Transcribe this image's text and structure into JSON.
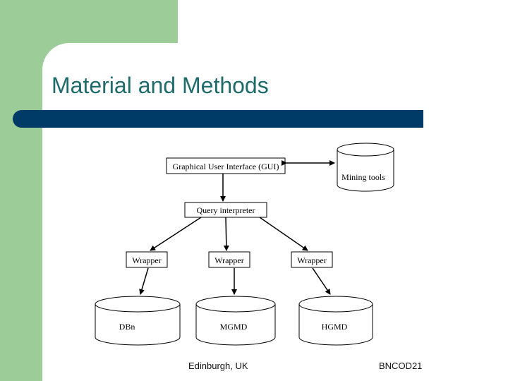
{
  "slide": {
    "title": "Material and Methods",
    "footer_left": "Edinburgh, UK",
    "footer_right": "BNCOD21"
  },
  "diagram": {
    "gui_label": "Graphical User Interface (GUI)",
    "mining_tools_label": "Mining tools",
    "query_interpreter_label": "Query interpreter",
    "wrapper_left_label": "Wrapper",
    "wrapper_center_label": "Wrapper",
    "wrapper_right_label": "Wrapper",
    "db_left_label": "DBn",
    "db_center_label": "MGMD",
    "db_right_label": "HGMD"
  }
}
